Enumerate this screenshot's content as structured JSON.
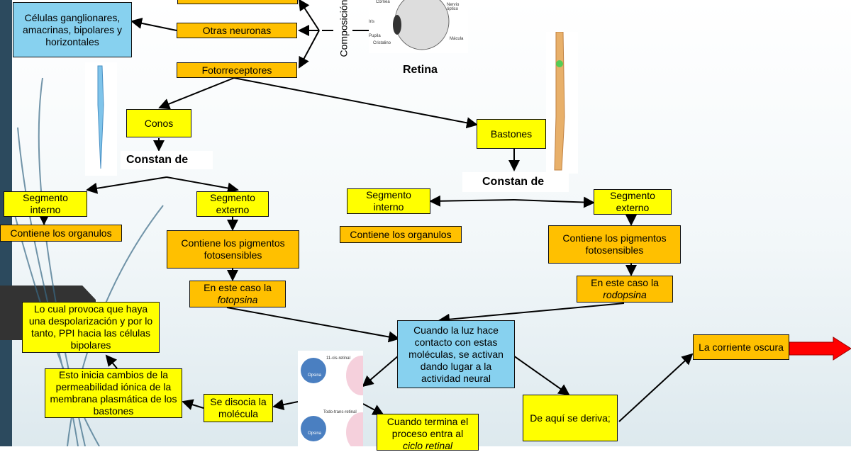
{
  "colors": {
    "yellow": "#ffff00",
    "orange": "#ffc000",
    "blue": "#87d1ef",
    "arrow_red": "#ff0000"
  },
  "title": "Retina",
  "composition_label": "Composición",
  "eye_labels": [
    "Córnea",
    "Iris",
    "Pupila",
    "Cristalino",
    "Nervio óptico",
    "Mácula"
  ],
  "nodes": {
    "top_cut": "",
    "celulas": "Células ganglionares, amacrinas, bipolares y horizontales",
    "otras": "Otras neuronas",
    "fotorreceptores": "Fotorreceptores",
    "conos": "Conos",
    "bastones": "Bastones",
    "constan_conos": "Constan de",
    "constan_bastones": "Constan de",
    "seg_int_conos": "Segmento interno",
    "org_conos": "Contiene los organulos",
    "seg_ext_conos": "Segmento externo",
    "pig_conos": "Contiene los pigmentos fotosensibles",
    "caso_conos": "En este caso la",
    "caso_conos_it": "fotopsina",
    "seg_int_bast": "Segmento interno",
    "org_bast": "Contiene los organulos",
    "seg_ext_bast": "Segmento externo",
    "pig_bast": "Contiene los pigmentos fotosensibles",
    "caso_bast": "En este caso la",
    "caso_bast_it": "rodopsina",
    "luz": "Cuando la luz hace contacto con estas moléculas, se activan dando lugar a la actividad neural",
    "provoca": "Lo cual provoca que haya una despolarización y por lo tanto, PPI hacia las células bipolares",
    "inicia": "Esto inicia cambios de la permeabilidad iónica de la membrana plasmática de los bastones",
    "disocia": "Se disocia la molécula",
    "termina": "Cuando termina el proceso entra al",
    "termina_it": "ciclo retinal",
    "deriva": "De aquí se deriva;",
    "corriente": "La corriente oscura"
  },
  "opsin_labels": {
    "cis": "11-cis-retinal",
    "trans": "Todo-trans-retinal",
    "opsina": "Opsina"
  }
}
